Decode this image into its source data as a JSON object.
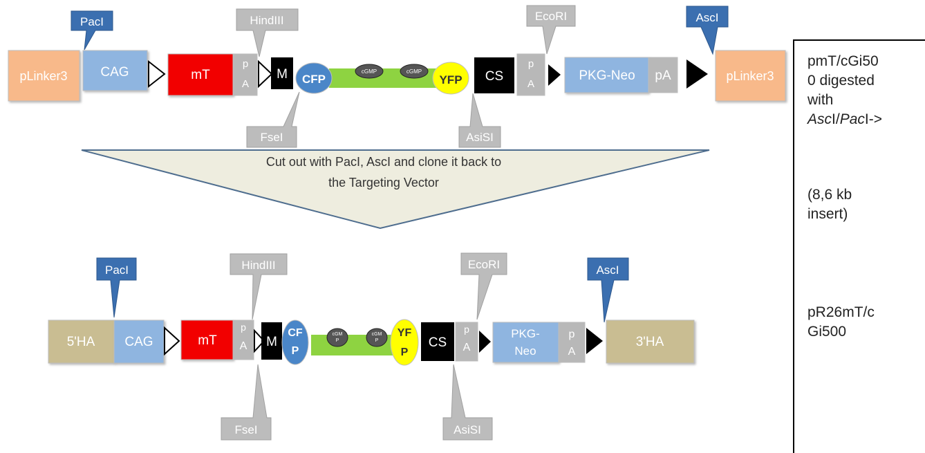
{
  "colors": {
    "plinker": "#f8b98a",
    "cag": "#8fb5e0",
    "mt": "#f20000",
    "pa": "#b8b8b8",
    "black": "#000000",
    "cfp": "#4a86c8",
    "linker": "#8ed341",
    "cgmp": "#555555",
    "yfp": "#ffff00",
    "ha": "#c9bd92",
    "blue_callout": "#3b6fb0",
    "gray_callout": "#bcbcbc",
    "arrow_fill": "#eeeddf"
  },
  "top_construct": {
    "plinker_left": "pLinker3",
    "cag": "CAG",
    "mt": "mT",
    "pa1": "pA",
    "m": "M",
    "cfp": "CFP",
    "cgmp1": "cGMP",
    "cgmp2": "cGMP",
    "yfp": "YFP",
    "cs": "CS",
    "pa2": "pA",
    "pkg_neo": "PKG-Neo",
    "pa3": "pA",
    "plinker_right": "pLinker3"
  },
  "top_callouts": {
    "paci": "PacI",
    "hindiii": "HindIII",
    "ecori": "EcoRI",
    "asci": "AscI",
    "fsei": "FseI",
    "asisi": "AsiSI"
  },
  "arrow_text_line1": "Cut out with PacI, AscI and clone it back to",
  "arrow_text_line2": "the Targeting Vector",
  "bottom_construct": {
    "ha5": "5'HA",
    "cag": "CAG",
    "mt": "mT",
    "pa1": "pA",
    "m": "M",
    "cfp": "CFP",
    "cgmp1": "cGMP",
    "cgmp2": "cGMP",
    "yfp": "YFP",
    "cs": "CS",
    "pa2": "pA",
    "pkg_neo": "PKG-Neo",
    "pa3": "pA",
    "ha3": "3'HA"
  },
  "bottom_callouts": {
    "paci": "PacI",
    "hindiii": "HindIII",
    "ecori": "EcoRI",
    "asci": "AscI",
    "fsei": "FseI",
    "asisi": "AsiSI"
  },
  "side_panel": {
    "line1": "pmT/cGi50",
    "line2": "0 digested",
    "line3": "with",
    "line4_a": "Asc",
    "line4_b": "I/",
    "line4_c": "Pac",
    "line4_d": "I->",
    "line5": "(8,6 kb",
    "line6": "insert)",
    "line7": "pR26mT/c",
    "line8": "Gi500"
  }
}
